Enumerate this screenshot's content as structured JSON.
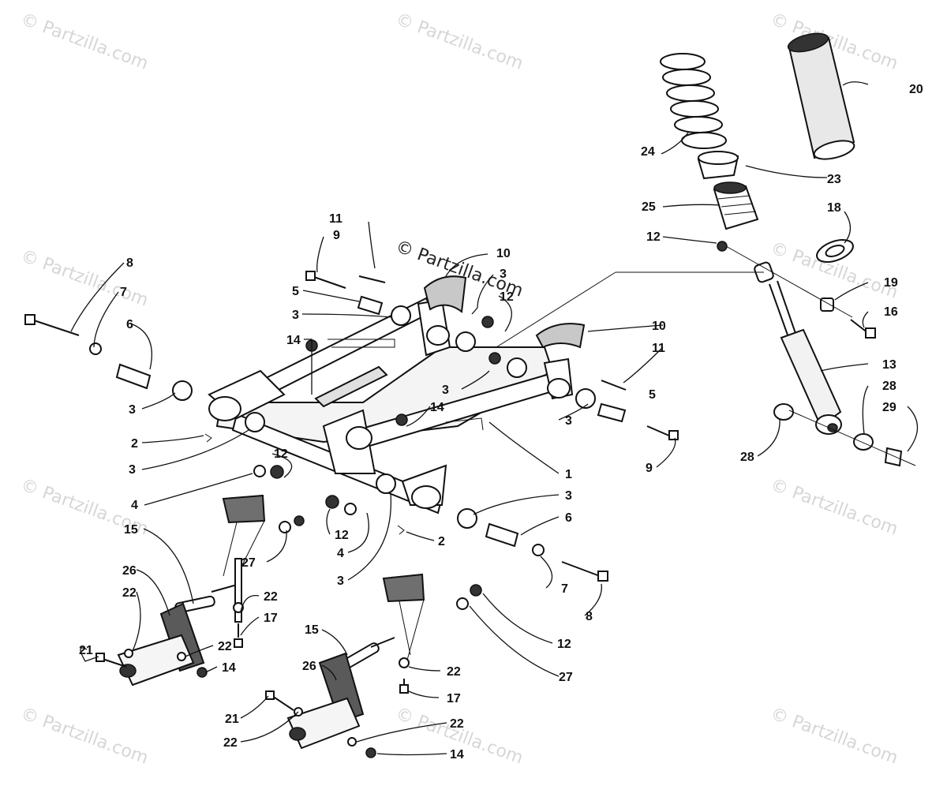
{
  "watermark": {
    "text": "© Partzilla.com",
    "center_text": "© Partzilla.com"
  },
  "callouts": [
    {
      "id": "c20",
      "text": "20"
    },
    {
      "id": "c24",
      "text": "24"
    },
    {
      "id": "c23",
      "text": "23"
    },
    {
      "id": "c25",
      "text": "25"
    },
    {
      "id": "c18",
      "text": "18"
    },
    {
      "id": "c12a",
      "text": "12"
    },
    {
      "id": "c19",
      "text": "19"
    },
    {
      "id": "c16",
      "text": "16"
    },
    {
      "id": "c13",
      "text": "13"
    },
    {
      "id": "c28a",
      "text": "28"
    },
    {
      "id": "c29",
      "text": "29"
    },
    {
      "id": "c28b",
      "text": "28"
    },
    {
      "id": "c11a",
      "text": "11"
    },
    {
      "id": "c9a",
      "text": "9"
    },
    {
      "id": "c10a",
      "text": "10"
    },
    {
      "id": "c3a",
      "text": "3"
    },
    {
      "id": "c12b",
      "text": "12"
    },
    {
      "id": "c5a",
      "text": "5"
    },
    {
      "id": "c3b",
      "text": "3"
    },
    {
      "id": "c10b",
      "text": "10"
    },
    {
      "id": "c14a",
      "text": "14"
    },
    {
      "id": "c11b",
      "text": "11"
    },
    {
      "id": "c8a",
      "text": "8"
    },
    {
      "id": "c7a",
      "text": "7"
    },
    {
      "id": "c6a",
      "text": "6"
    },
    {
      "id": "c3c",
      "text": "3"
    },
    {
      "id": "c2a",
      "text": "2"
    },
    {
      "id": "c3d",
      "text": "3"
    },
    {
      "id": "c12c",
      "text": "12"
    },
    {
      "id": "c4a",
      "text": "4"
    },
    {
      "id": "c3e",
      "text": "3"
    },
    {
      "id": "c5b",
      "text": "5"
    },
    {
      "id": "c14b",
      "text": "14"
    },
    {
      "id": "c3f",
      "text": "3"
    },
    {
      "id": "c9b",
      "text": "9"
    },
    {
      "id": "c1",
      "text": "1"
    },
    {
      "id": "c3g",
      "text": "3"
    },
    {
      "id": "c6b",
      "text": "6"
    },
    {
      "id": "c2b",
      "text": "2"
    },
    {
      "id": "c12d",
      "text": "12"
    },
    {
      "id": "c4b",
      "text": "4"
    },
    {
      "id": "c3h",
      "text": "3"
    },
    {
      "id": "c7b",
      "text": "7"
    },
    {
      "id": "c8b",
      "text": "8"
    },
    {
      "id": "c15a",
      "text": "15"
    },
    {
      "id": "c27a",
      "text": "27"
    },
    {
      "id": "c22a",
      "text": "22"
    },
    {
      "id": "c17a",
      "text": "17"
    },
    {
      "id": "c26a",
      "text": "26"
    },
    {
      "id": "c22b",
      "text": "22"
    },
    {
      "id": "c21a",
      "text": "21"
    },
    {
      "id": "c22c",
      "text": "22"
    },
    {
      "id": "c14c",
      "text": "14"
    },
    {
      "id": "c12e",
      "text": "12"
    },
    {
      "id": "c27b",
      "text": "27"
    },
    {
      "id": "c15b",
      "text": "15"
    },
    {
      "id": "c22d",
      "text": "22"
    },
    {
      "id": "c17b",
      "text": "17"
    },
    {
      "id": "c26b",
      "text": "26"
    },
    {
      "id": "c21b",
      "text": "21"
    },
    {
      "id": "c22e",
      "text": "22"
    },
    {
      "id": "c22f",
      "text": "22"
    },
    {
      "id": "c14d",
      "text": "14"
    }
  ]
}
